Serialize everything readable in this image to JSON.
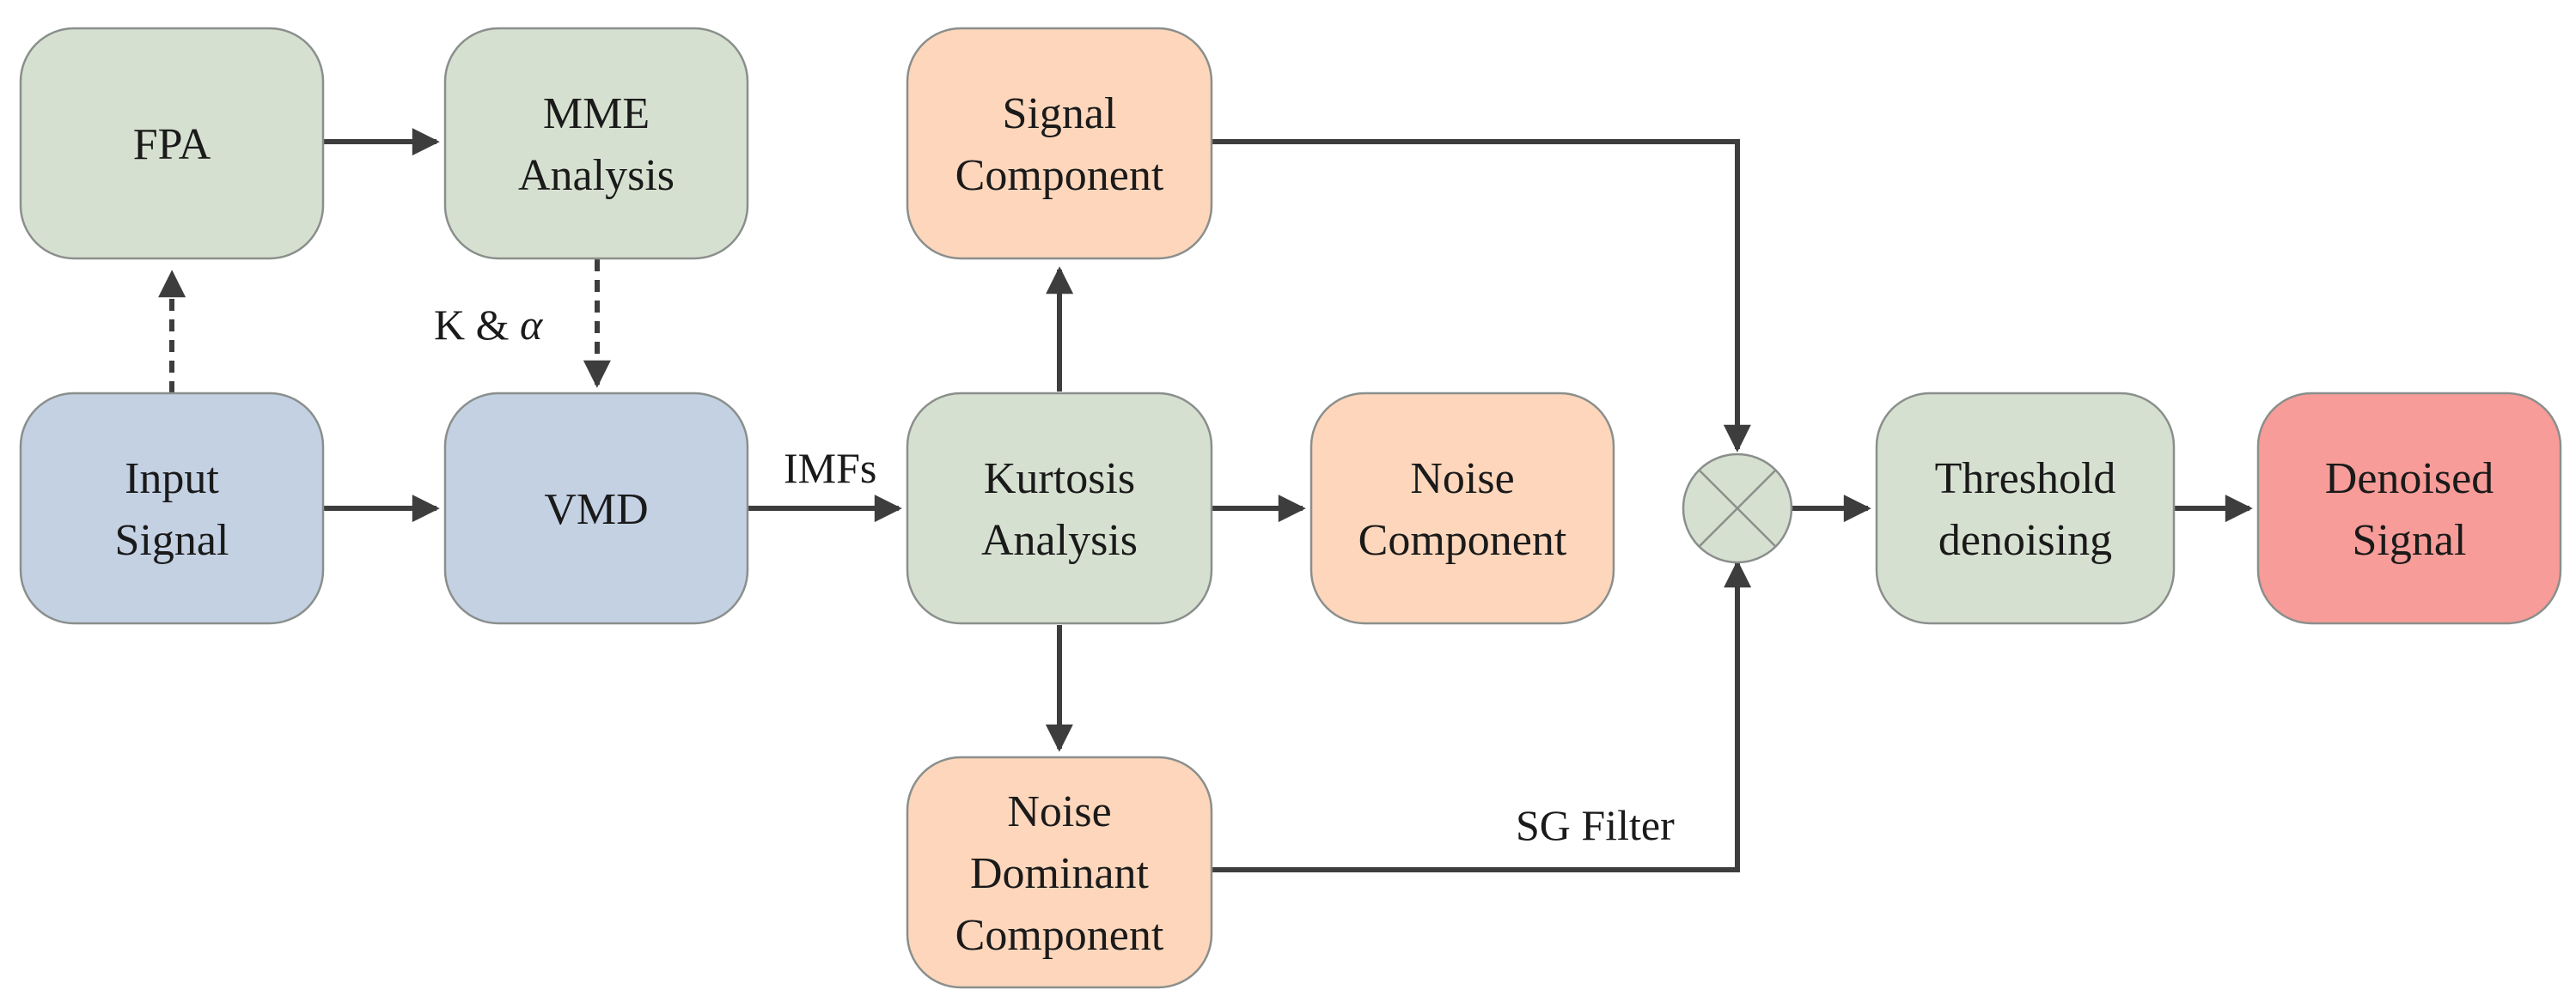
{
  "colors": {
    "green": "#d6e0d0",
    "blue": "#c3d1e3",
    "orange": "#fdd6bb",
    "red": "#f79c98",
    "arrow": "#3d3d3d",
    "border": "#8a8f8c"
  },
  "nodes": {
    "fpa": {
      "lines": [
        "FPA"
      ],
      "color": "green"
    },
    "mme": {
      "lines": [
        "MME",
        "Analysis"
      ],
      "color": "green"
    },
    "input": {
      "lines": [
        "Input",
        "Signal"
      ],
      "color": "blue"
    },
    "vmd": {
      "lines": [
        "VMD"
      ],
      "color": "blue"
    },
    "signal_comp": {
      "lines": [
        "Signal",
        "Component"
      ],
      "color": "orange"
    },
    "kurtosis": {
      "lines": [
        "Kurtosis",
        "Analysis"
      ],
      "color": "green"
    },
    "noise_comp": {
      "lines": [
        "Noise",
        "Component"
      ],
      "color": "orange"
    },
    "noise_dom": {
      "lines": [
        "Noise",
        "Dominant",
        "Component"
      ],
      "color": "orange"
    },
    "threshold": {
      "lines": [
        "Threshold",
        "denoising"
      ],
      "color": "green"
    },
    "denoised": {
      "lines": [
        "Denoised",
        "Signal"
      ],
      "color": "red"
    }
  },
  "combiner": {
    "icon": "multiply-circle-icon",
    "color": "green"
  },
  "edge_labels": {
    "k_alpha": {
      "prefix": "K & ",
      "symbol": "α"
    },
    "imfs": "IMFs",
    "sg_filter": "SG Filter"
  }
}
